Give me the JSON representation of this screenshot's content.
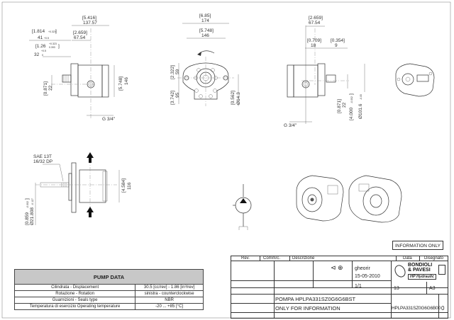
{
  "views": {
    "side_left": {
      "dims": [
        "[5.416]",
        "137.57",
        "[1.814",
        "+0.323",
        "]",
        "41",
        "+0.5",
        "[2.659]",
        "67.54",
        "[1.26",
        "+0.323",
        "0.393",
        "]",
        "32",
        "+0.5",
        "0",
        "[0.871]",
        "22",
        "[5.748]",
        "146",
        "G 3/4\""
      ]
    },
    "front": {
      "dims": [
        "[6.85]",
        "174",
        "[5.748]",
        "146",
        "[2.322]",
        "59",
        "[3.742]",
        "95",
        "[0.562]",
        "Ø14.3"
      ]
    },
    "side_right": {
      "dims": [
        "[2.659]",
        "67.54",
        "[0.709]",
        "18",
        "[0.354]",
        "9",
        "[0.871]",
        "22",
        "[4.000",
        "-0.002",
        "]",
        "Ø101.6",
        "-0.05",
        "G 3/4\""
      ]
    },
    "bottom": {
      "dims": [
        "SAE 13T",
        "16/32 DP",
        "[0.859",
        "-0.002",
        "]",
        "Ø21.808",
        "-0.127",
        "[4.584]",
        "116"
      ]
    }
  },
  "info_label": "INFORMATION ONLY",
  "pump_data": {
    "title": "PUMP DATA",
    "rows": [
      {
        "label": "Cilindrata - Displacement",
        "value": "30.5 [cc/rev] - 1.86 [in³/rev]"
      },
      {
        "label": "Rotazione - Rotation",
        "value": "sinistra - counterclockwise"
      },
      {
        "label": "Guarnizioni - Seals type",
        "value": "NBR"
      },
      {
        "label": "Temperatura di esercizio Operating temperature",
        "value": "-20 ... +85 [°C]"
      }
    ]
  },
  "title_block": {
    "rev_header": "Rev.",
    "comm_header": "Comm/c.",
    "desc_header": "Descrizione",
    "date_header": "Data",
    "drawn_header": "Disegnato",
    "drawn_by": "gheorir",
    "date": "15-05-2010",
    "sheet": "1/1",
    "scale": "13",
    "format": "A3",
    "description": "POMPA HPLPA331SZ0G6G6BST",
    "note": "ONLY FOR INFORMATION",
    "code": "HPLPA331SZ0G6G6B00",
    "revision": "0",
    "company": "BONDIOLI & PAVESI",
    "brand": "HP Hydraulic"
  }
}
